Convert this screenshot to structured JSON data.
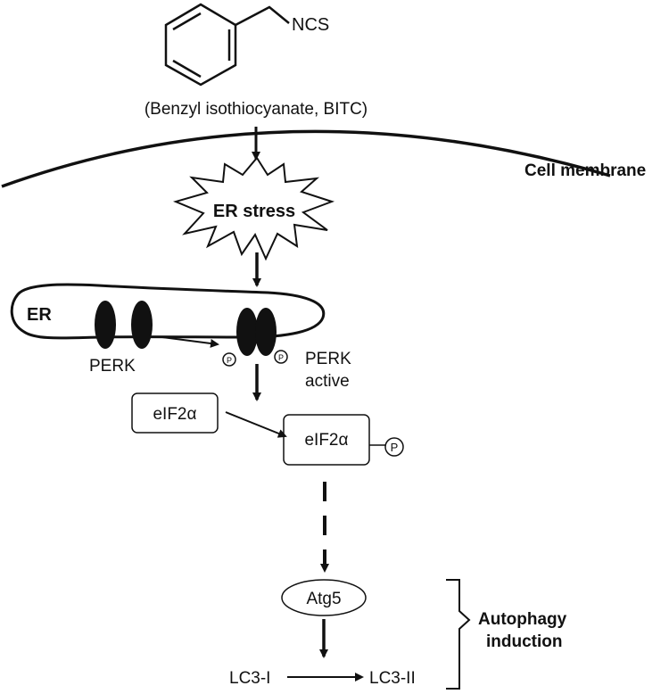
{
  "compound": {
    "group_label": "NCS",
    "name": "(Benzyl isothiocyanate, BITC)"
  },
  "membrane": {
    "label": "Cell membrane"
  },
  "stress": {
    "label": "ER stress"
  },
  "er": {
    "label": "ER"
  },
  "perk": {
    "inactive_label": "PERK",
    "active_label_line1": "PERK",
    "active_label_line2": "active",
    "phospho_symbol": "P"
  },
  "eif2a": {
    "inactive_label": "eIF2α",
    "active_label": "eIF2α",
    "phospho_symbol": "P"
  },
  "atg5": {
    "label": "Atg5"
  },
  "lc3": {
    "form1": "LC3-I",
    "form2": "LC3-II"
  },
  "autophagy": {
    "line1": "Autophagy",
    "line2": "induction"
  },
  "colors": {
    "ink": "#111111",
    "background": "#ffffff"
  }
}
